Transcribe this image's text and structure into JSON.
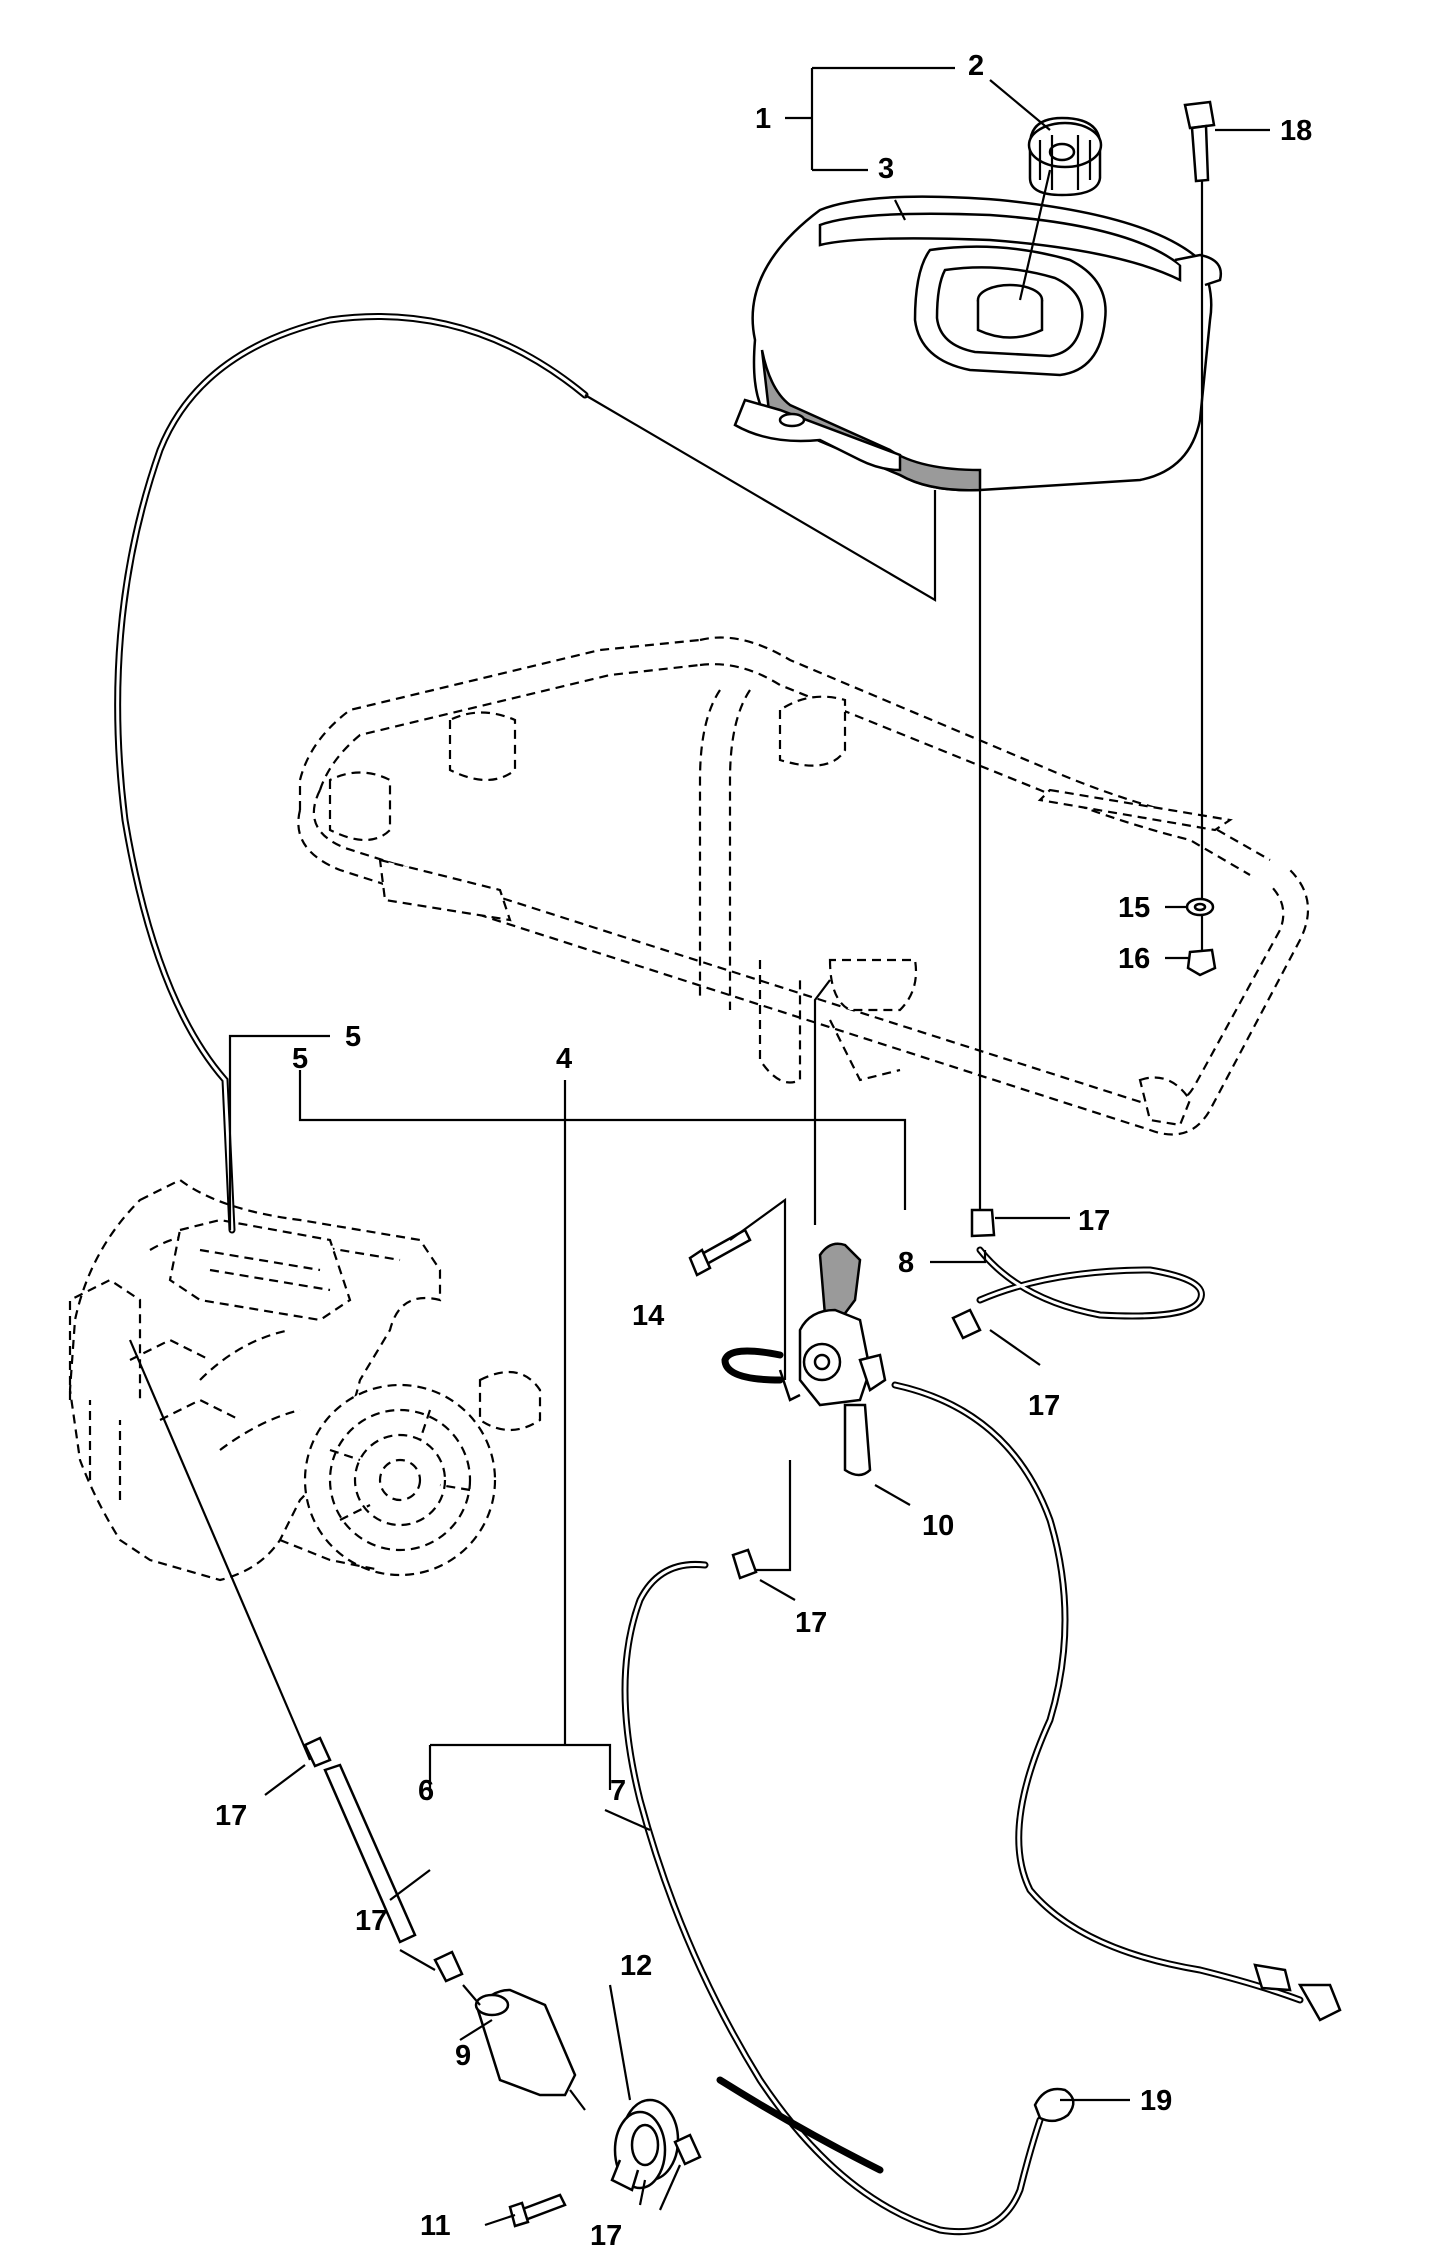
{
  "labels": {
    "l1": "1",
    "l2": "2",
    "l3": "3",
    "l4": "4",
    "l5a": "5",
    "l5b": "5",
    "l6": "6",
    "l7": "7",
    "l8": "8",
    "l9": "9",
    "l10": "10",
    "l11": "11",
    "l12": "12",
    "l14": "14",
    "l15": "15",
    "l16": "16",
    "l17a": "17",
    "l17b": "17",
    "l17c": "17",
    "l17d": "17",
    "l17e": "17",
    "l17f": "17",
    "l18": "18",
    "l19": "19"
  }
}
